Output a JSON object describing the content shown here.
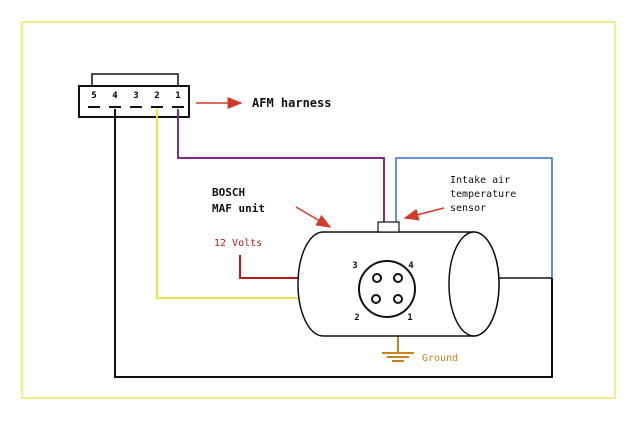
{
  "connector": {
    "pins": [
      "5",
      "4",
      "3",
      "2",
      "1"
    ],
    "harness_label": "AFM harness"
  },
  "maf": {
    "title_line1": "BOSCH",
    "title_line2": "MAF unit",
    "pins": {
      "p1": "1",
      "p2": "2",
      "p3": "3",
      "p4": "4"
    }
  },
  "sensor": {
    "line1": "Intake air",
    "line2": "temperature",
    "line3": "sensor"
  },
  "labels": {
    "volts": "12 Volts",
    "ground": "Ground"
  },
  "colors": {
    "border": "#f3ec8a",
    "purple": "#7f2a8c",
    "blue": "#2f6fd6",
    "yellow": "#e9e641",
    "red": "#b31a1a",
    "orange": "#c8821e",
    "arrow": "#d33a2a",
    "black": "#111111"
  }
}
